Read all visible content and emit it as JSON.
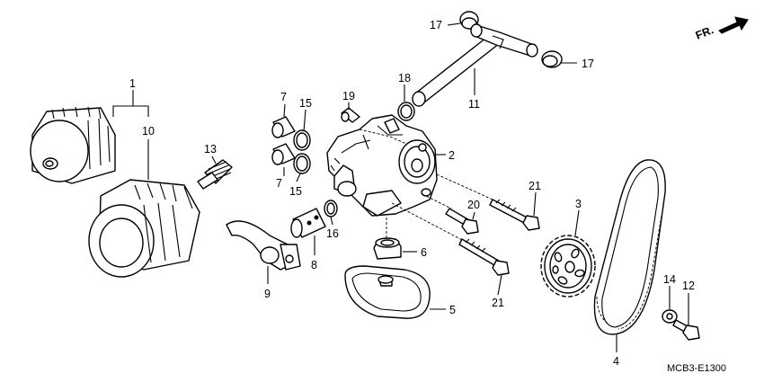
{
  "direction_marker": "FR.",
  "diagram_code": "MCB3-E1300",
  "callouts": {
    "n1": "1",
    "n2": "2",
    "n3": "3",
    "n4": "4",
    "n5": "5",
    "n6": "6",
    "n7a": "7",
    "n7b": "7",
    "n8": "8",
    "n9": "9",
    "n10": "10",
    "n11": "11",
    "n12": "12",
    "n13": "13",
    "n14": "14",
    "n15a": "15",
    "n15b": "15",
    "n16": "16",
    "n17a": "17",
    "n17b": "17",
    "n18": "18",
    "n19": "19",
    "n20": "20",
    "n21a": "21",
    "n21b": "21"
  },
  "colors": {
    "line": "#000000",
    "background": "#ffffff"
  }
}
